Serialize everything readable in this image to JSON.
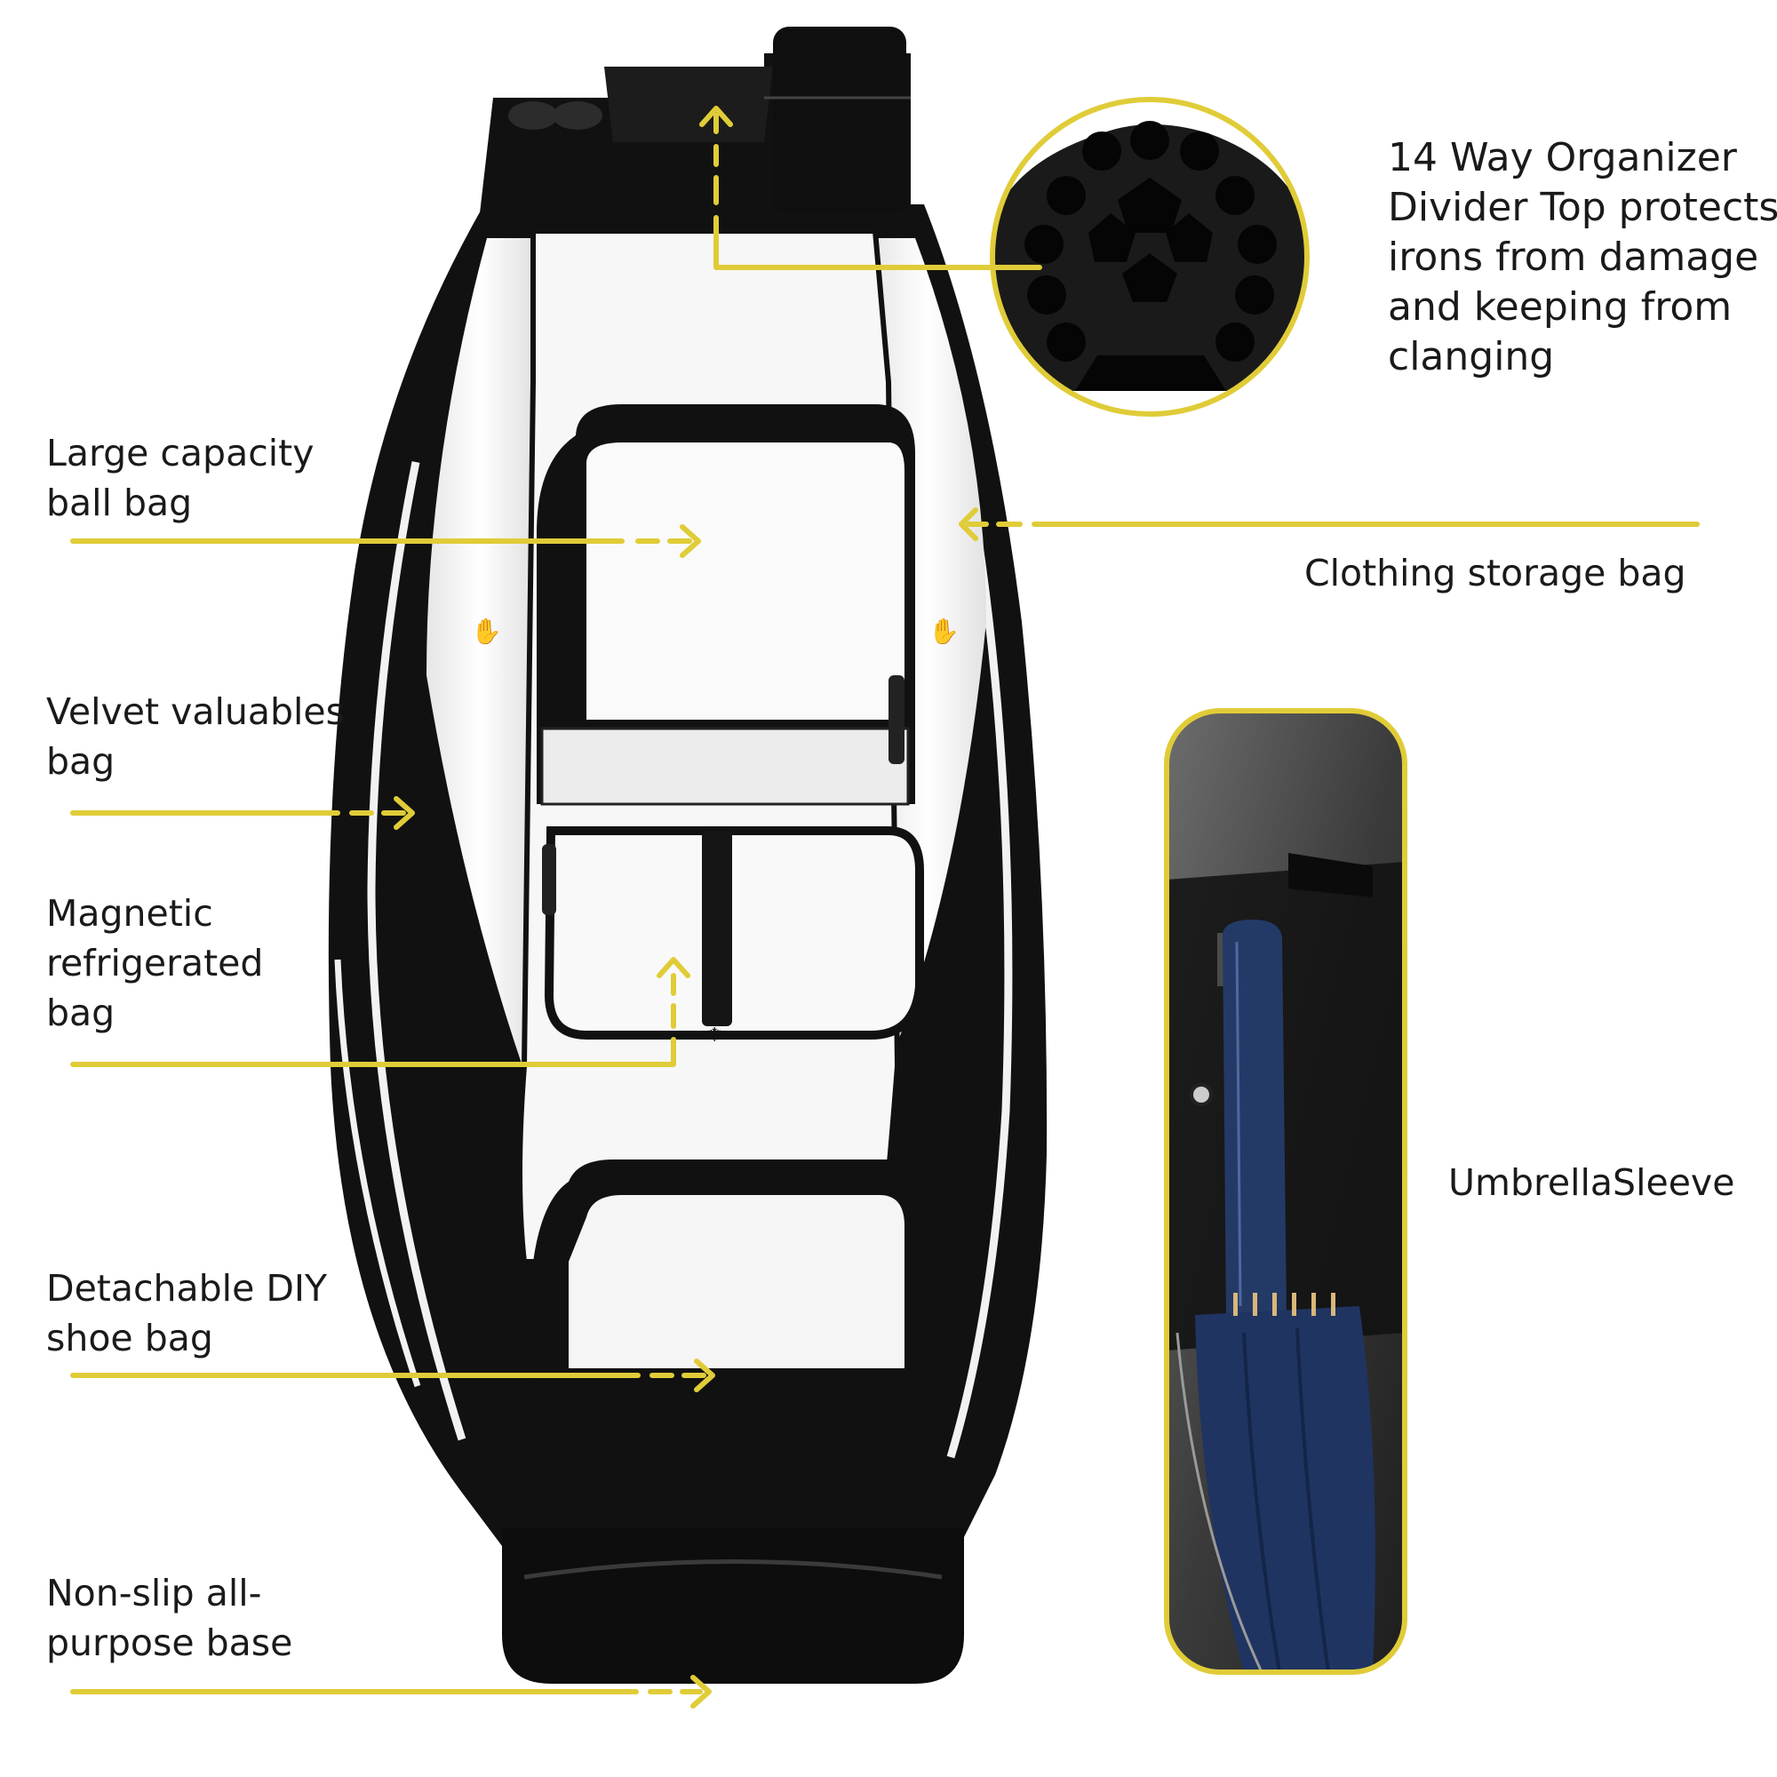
{
  "colors": {
    "accent": "#e0cc38",
    "bag_black": "#111111",
    "bag_white": "#f7f7f7",
    "umbrella_navy": "#243a66"
  },
  "labels": {
    "organizer": [
      "14 Way Organizer",
      "Divider Top protects",
      "irons from damage",
      "and keeping from",
      "clanging"
    ],
    "ball_bag": [
      "Large capacity",
      "ball bag"
    ],
    "clothing": [
      "Clothing storage bag"
    ],
    "velvet": [
      "Velvet valuables",
      "bag"
    ],
    "magnetic": [
      "Magnetic",
      "refrigerated",
      "bag"
    ],
    "umbrella": [
      "UmbrellaSleeve"
    ],
    "shoe": [
      "Detachable DIY",
      "shoe bag"
    ],
    "base": [
      "Non-slip all-",
      "purpose base"
    ]
  }
}
